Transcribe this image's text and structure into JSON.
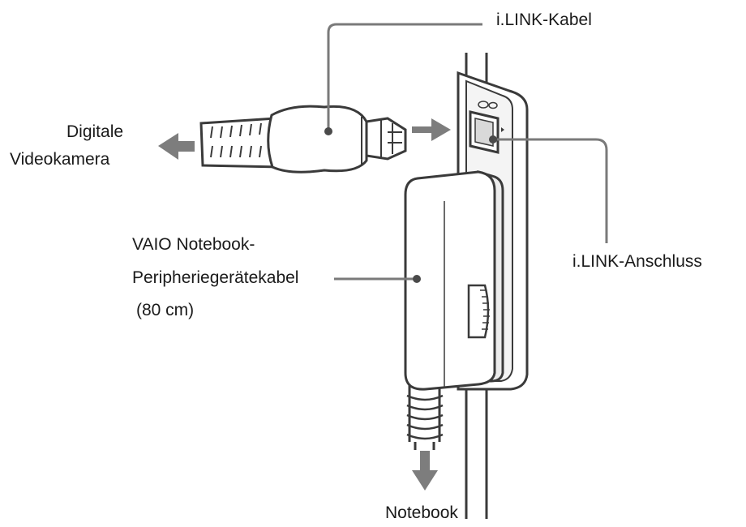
{
  "labels": {
    "ilink_cable": "i.LINK-Kabel",
    "camera_line1": "Digitale",
    "camera_line2": "Videokamera",
    "peripheral_line1": "VAIO Notebook-",
    "peripheral_line2": "Peripheriegerätekabel",
    "peripheral_line3": "(80 cm)",
    "ilink_port": "i.LINK-Anschluss",
    "notebook": "Notebook"
  },
  "colors": {
    "outline": "#3a3a3a",
    "leader": "#7a7a7a",
    "arrow": "#7d7d7d",
    "fill": "#ffffff",
    "shade": "#e8e8e8"
  }
}
